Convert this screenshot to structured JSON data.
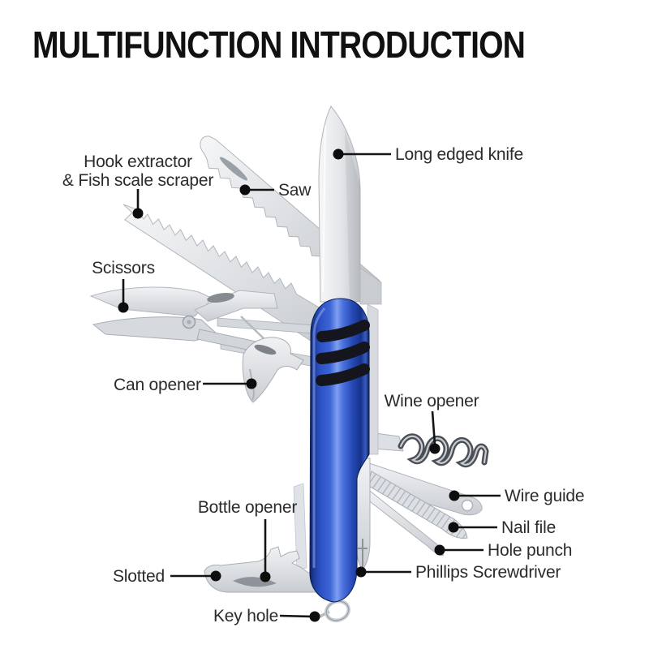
{
  "title": "MULTIFUNCTION INTRODUCTION",
  "colors": {
    "handle_blue": "#2c52c6",
    "handle_dark": "#0e2360",
    "steel_gray": "#d9dcdf",
    "grip_slot_black": "#15151d",
    "label_text": "#2b2b2b",
    "leader_line": "#141414"
  },
  "labels": {
    "hook_extractor_line1": "Hook extractor",
    "hook_extractor_line2": "& Fish scale scraper",
    "saw": "Saw",
    "long_edged_knife": "Long edged knife",
    "scissors": "Scissors",
    "can_opener": "Can opener",
    "wine_opener": "Wine opener",
    "wire_guide": "Wire guide",
    "nail_file": "Nail file",
    "hole_punch": "Hole punch",
    "phillips_screwdriver": "Phillips Screwdriver",
    "bottle_opener": "Bottle opener",
    "slotted": "Slotted",
    "key_hole": "Key hole"
  }
}
